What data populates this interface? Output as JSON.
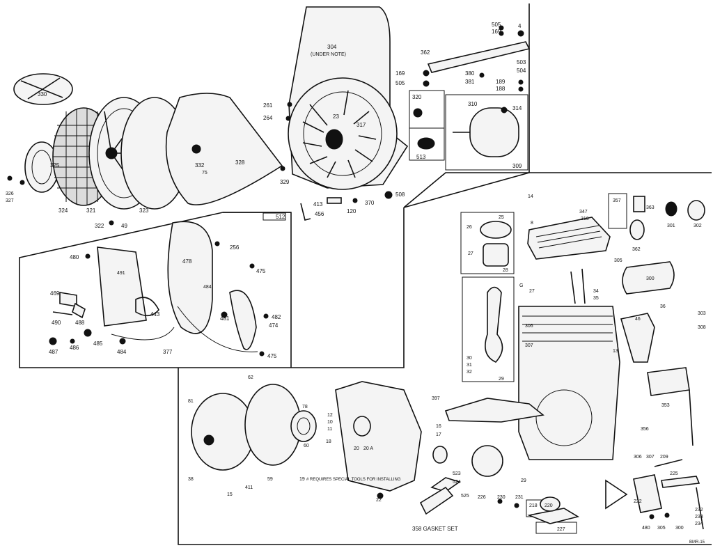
{
  "labels": {
    "p330": "330",
    "p325": "325",
    "p326": "326",
    "p327": "327",
    "p324": "324",
    "p321": "321",
    "p323": "323",
    "p322": "322",
    "p49": "49",
    "p332": "332",
    "p75": "75",
    "p328": "328",
    "p329": "329",
    "p304": "304",
    "under_note": "(UNDER NOTE)",
    "p261": "261",
    "p264": "264",
    "p23": "23",
    "p317": "317",
    "p413": "413",
    "p456": "456",
    "p120": "120",
    "p370": "370",
    "p508": "508",
    "p320": "320",
    "p513": "513",
    "p310": "310",
    "p314": "314",
    "p309": "309",
    "p362": "362",
    "p505": "505",
    "p169": "169",
    "p169b": "169",
    "p505b": "505",
    "p4": "4",
    "p503": "503",
    "p504": "504",
    "p380": "380",
    "p381": "381",
    "p189": "189",
    "p188": "188",
    "p512": "512",
    "p480": "480",
    "p491": "491",
    "p478": "478",
    "p256": "256",
    "p475": "475",
    "p484": "484",
    "p469": "469",
    "p443": "443",
    "p481": "481",
    "p482": "482",
    "p474": "474",
    "p490": "490",
    "p488": "488",
    "p486": "486",
    "p485": "485",
    "p487": "487",
    "p484b": "484",
    "p377": "377",
    "p475b": "475",
    "p14": "14",
    "p8": "8",
    "p347": "347",
    "p316": "316",
    "p26": "26",
    "p25": "25",
    "p27": "27",
    "p28": "28",
    "p357": "357",
    "p363": "363",
    "p362b": "362",
    "p301": "301",
    "p302": "302",
    "p305": "305",
    "p300": "300",
    "p34": "34",
    "p35": "35",
    "p27b": "27",
    "p29g": "G",
    "p30": "30",
    "p31": "31",
    "p32": "32",
    "p29": "29",
    "p306": "306",
    "p307": "307",
    "p303": "303",
    "p36": "36",
    "p46": "46",
    "p308": "308",
    "p13": "13",
    "p12": "12",
    "p10": "10",
    "p11": "11",
    "p18": "18",
    "p20": "20",
    "p20a": "20 A",
    "p397": "397",
    "p16": "16",
    "p17": "17",
    "p22": "22",
    "p523": "523",
    "p524": "524",
    "p525": "525",
    "note_tools": "# REQUIRES SPECIAL TOOLS FOR INSTALLING",
    "p358": "358 GASKET SET",
    "p62": "62",
    "p81": "81",
    "p78": "78",
    "p60": "60",
    "p38": "38",
    "p59": "59",
    "p411": "411",
    "p19": "19",
    "p15": "15",
    "p29a": "29",
    "p226": "226",
    "p230": "230",
    "p231": "231",
    "p218": "218",
    "p220": "220",
    "p227": "227",
    "p306b": "306",
    "p307b": "307",
    "p209": "209",
    "p225": "225",
    "p222": "222",
    "p480b": "480",
    "p305b": "305",
    "p232": "232",
    "p233": "233",
    "p234": "234",
    "p353": "353",
    "p356": "356",
    "p300b": "300",
    "footer": "BMR-15"
  },
  "colors": {
    "ink": "#111111",
    "paper": "#ffffff"
  }
}
